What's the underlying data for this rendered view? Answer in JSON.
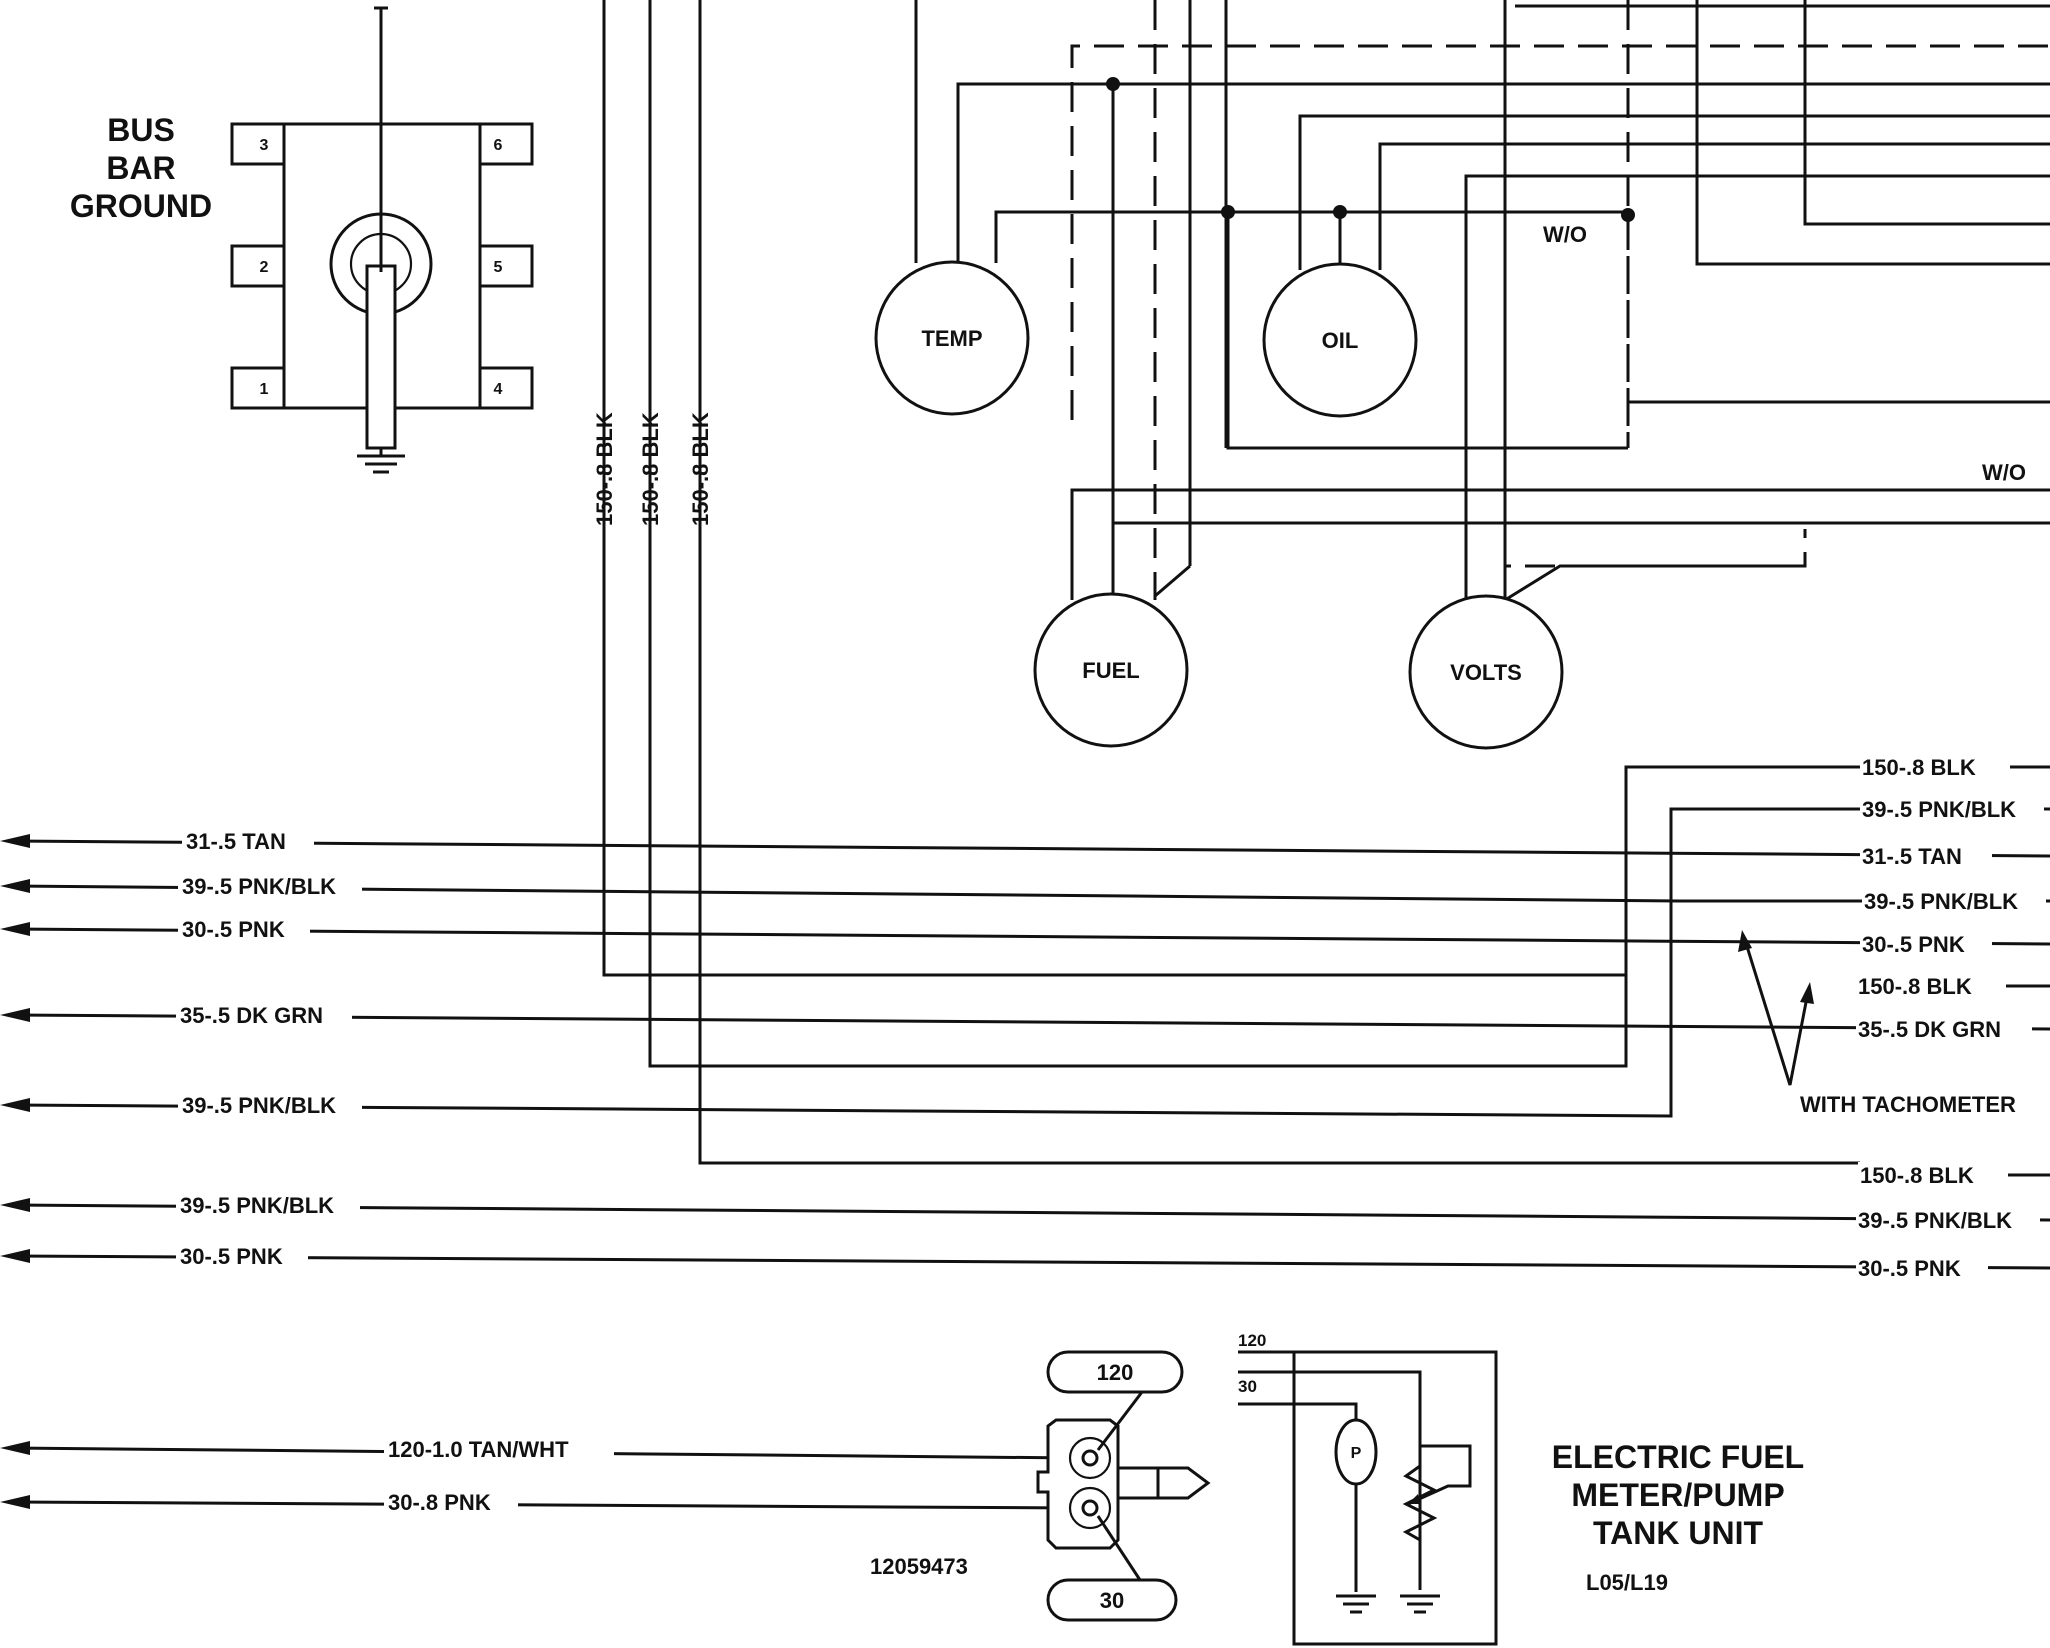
{
  "bus_bar": {
    "title_lines": [
      "BUS",
      "BAR",
      "GROUND"
    ],
    "pins": [
      "3",
      "6",
      "2",
      "5",
      "1",
      "4"
    ]
  },
  "vertical_wires": [
    "150-.8 BLK",
    "150-.8 BLK",
    "150-.8 BLK"
  ],
  "gauges": {
    "temp": "TEMP",
    "oil": "OIL",
    "fuel": "FUEL",
    "volts": "VOLTS"
  },
  "without_labels": [
    "W/O",
    "W/O"
  ],
  "left_wires": [
    "31-.5 TAN",
    "39-.5 PNK/BLK",
    "30-.5 PNK",
    "35-.5 DK GRN",
    "39-.5 PNK/BLK",
    "39-.5 PNK/BLK",
    "30-.5 PNK"
  ],
  "right_wires": [
    "150-.8 BLK",
    "39-.5 PNK/BLK",
    "31-.5 TAN",
    "39-.5 PNK/BLK",
    "30-.5 PNK",
    "150-.8 BLK",
    "35-.5 DK GRN",
    "150-.8 BLK",
    "39-.5 PNK/BLK",
    "30-.5 PNK"
  ],
  "tachometer_note": "WITH TACHOMETER",
  "fuel_connector": {
    "wire_top": "120-1.0 TAN/WHT",
    "wire_bottom": "30-.8 PNK",
    "callout_top": "120",
    "callout_bottom": "30",
    "part_number": "12059473"
  },
  "tank_unit": {
    "terminal_120": "120",
    "terminal_30": "30",
    "pump_symbol": "P",
    "title_lines": [
      "ELECTRIC FUEL",
      "METER/PUMP",
      "TANK UNIT"
    ],
    "engine_code": "L05/L19"
  }
}
